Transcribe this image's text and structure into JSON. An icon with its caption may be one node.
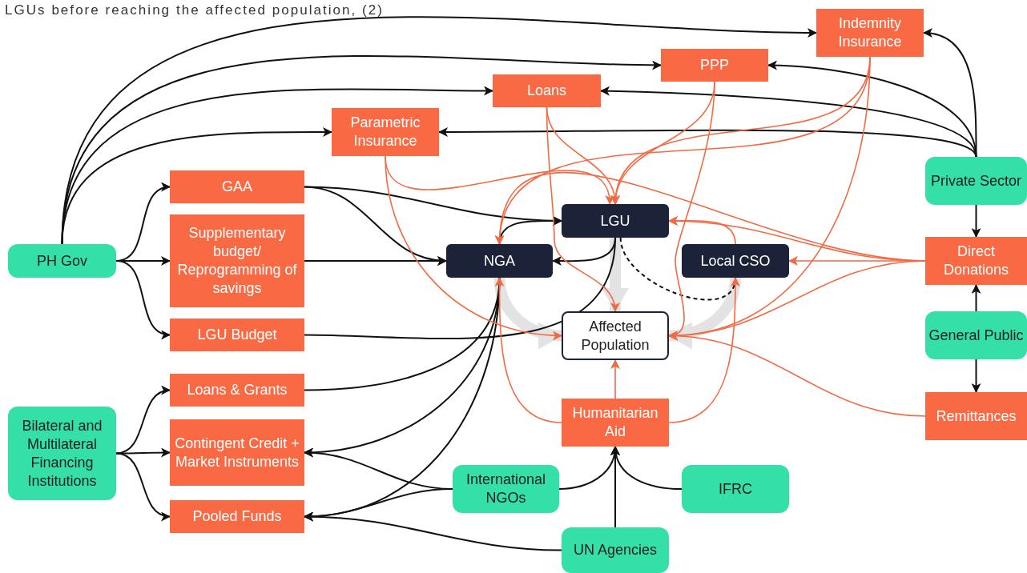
{
  "diagram": {
    "nodes": [
      {
        "text": [
          "PH Gov"
        ]
      },
      {
        "text": [
          "Bilateral and Multilateral Financing Institutions"
        ]
      },
      {
        "text": [
          "GAA"
        ]
      },
      {
        "text": [
          "Supplementary budget/ Reprogramming of savings"
        ]
      },
      {
        "text": [
          "LGU Budget"
        ]
      },
      {
        "text": [
          "Loans & Grants"
        ]
      },
      {
        "text": [
          "Contingent Credit + Market Instruments"
        ]
      },
      {
        "text": [
          "Pooled Funds"
        ]
      },
      {
        "text": [
          "Parametric Insurance"
        ]
      },
      {
        "text": [
          "Loans"
        ]
      },
      {
        "text": [
          "PPP"
        ]
      },
      {
        "text": [
          "Indemnity Insurance"
        ]
      },
      {
        "text": [
          "NGA"
        ]
      },
      {
        "text": [
          "LGU"
        ]
      },
      {
        "text": [
          "Local CSO"
        ]
      },
      {
        "text": [
          "Affected Population"
        ]
      },
      {
        "text": [
          "Humanitarian Aid"
        ]
      },
      {
        "text": [
          "International NGOs"
        ]
      },
      {
        "text": [
          "IFRC"
        ]
      },
      {
        "text": [
          "UN Agencies"
        ]
      },
      {
        "text": [
          "Private Sector"
        ]
      },
      {
        "text": [
          "Direct Donations"
        ]
      },
      {
        "text": [
          "General Public"
        ]
      },
      {
        "text": [
          "Remittances"
        ]
      }
    ],
    "edges": [
      {
        "from": 0,
        "to": 2,
        "arrow": "to"
      },
      {
        "from": 0,
        "to": 3,
        "arrow": "to"
      },
      {
        "from": 0,
        "to": 4,
        "arrow": "to"
      },
      {
        "from": 0,
        "to": 8,
        "arrow": "to"
      },
      {
        "from": 0,
        "to": 9,
        "arrow": "to"
      },
      {
        "from": 0,
        "to": 10,
        "arrow": "to"
      },
      {
        "from": 0,
        "to": 11,
        "arrow": "to"
      },
      {
        "from": 1,
        "to": 5,
        "arrow": "to"
      },
      {
        "from": 1,
        "to": 6,
        "arrow": "to"
      },
      {
        "from": 1,
        "to": 7,
        "arrow": "to"
      },
      {
        "from": 2,
        "to": 12,
        "arrow": "to"
      },
      {
        "from": 2,
        "to": 13,
        "arrow": "to"
      },
      {
        "from": 3,
        "to": 12,
        "arrow": "to"
      },
      {
        "from": 4,
        "to": 13,
        "arrow": "none"
      },
      {
        "from": 5,
        "to": 12,
        "arrow": "none"
      },
      {
        "from": 12,
        "to": 6,
        "arrow": "to"
      },
      {
        "from": 12,
        "to": 7,
        "arrow": "to"
      },
      {
        "from": 17,
        "to": 6,
        "arrow": "to"
      },
      {
        "from": 17,
        "to": 7,
        "arrow": "to"
      },
      {
        "from": 19,
        "to": 7,
        "arrow": "to"
      },
      {
        "from": 17,
        "to": 16,
        "arrow": "to"
      },
      {
        "from": 18,
        "to": 16,
        "arrow": "to"
      },
      {
        "from": 19,
        "to": 16,
        "arrow": "to"
      },
      {
        "from": 12,
        "to": 13,
        "arrow": "to"
      },
      {
        "from": 13,
        "to": 12,
        "arrow": "to"
      },
      {
        "from": 13,
        "to": 14,
        "arrow": "none",
        "style": "dashed"
      },
      {
        "from": 20,
        "to": 11,
        "arrow": "to"
      },
      {
        "from": 20,
        "to": 10,
        "arrow": "to"
      },
      {
        "from": 20,
        "to": 9,
        "arrow": "to"
      },
      {
        "from": 20,
        "to": 8,
        "arrow": "to"
      },
      {
        "from": 20,
        "to": 21,
        "arrow": "to"
      },
      {
        "from": 22,
        "to": 21,
        "arrow": "to"
      },
      {
        "from": 22,
        "to": 23,
        "arrow": "to"
      },
      {
        "from": 8,
        "to": 13,
        "arrow": "to",
        "color": "#f26a44"
      },
      {
        "from": 8,
        "to": 15,
        "arrow": "to",
        "color": "#f26a44"
      },
      {
        "from": 9,
        "to": 13,
        "arrow": "to",
        "color": "#f26a44"
      },
      {
        "from": 9,
        "to": 15,
        "arrow": "to",
        "color": "#f26a44"
      },
      {
        "from": 10,
        "to": 13,
        "arrow": "to",
        "color": "#f26a44"
      },
      {
        "from": 10,
        "to": 15,
        "arrow": "to",
        "color": "#f26a44"
      },
      {
        "from": 11,
        "to": 13,
        "arrow": "to",
        "color": "#f26a44"
      },
      {
        "from": 11,
        "to": 12,
        "arrow": "to",
        "color": "#f26a44"
      },
      {
        "from": 11,
        "to": 15,
        "arrow": "to",
        "color": "#f26a44"
      },
      {
        "from": 21,
        "to": 14,
        "arrow": "to",
        "color": "#f26a44"
      },
      {
        "from": 21,
        "to": 13,
        "arrow": "to",
        "color": "#f26a44"
      },
      {
        "from": 21,
        "to": 12,
        "arrow": "to",
        "color": "#f26a44"
      },
      {
        "from": 21,
        "to": 15,
        "arrow": "to",
        "color": "#f26a44"
      },
      {
        "from": 23,
        "to": 15,
        "arrow": "to",
        "color": "#f26a44"
      },
      {
        "from": 16,
        "to": 15,
        "arrow": "to",
        "color": "#f26a44"
      },
      {
        "from": 16,
        "to": 12,
        "arrow": "to",
        "color": "#f26a44"
      },
      {
        "from": 16,
        "to": 14,
        "arrow": "to",
        "color": "#f26a44"
      },
      {
        "from": 14,
        "to": 13,
        "arrow": "to",
        "color": "#f26a44"
      },
      {
        "from": 12,
        "to": 15,
        "arrow": "to",
        "style": "thick",
        "color": "#e3e3e3"
      },
      {
        "from": 13,
        "to": 15,
        "arrow": "to",
        "style": "thick",
        "color": "#e3e3e3"
      },
      {
        "from": 14,
        "to": 15,
        "arrow": "to",
        "style": "thick",
        "color": "#e3e3e3"
      }
    ],
    "labels": [
      "LGUs before reaching the affected population, (2)"
    ]
  }
}
